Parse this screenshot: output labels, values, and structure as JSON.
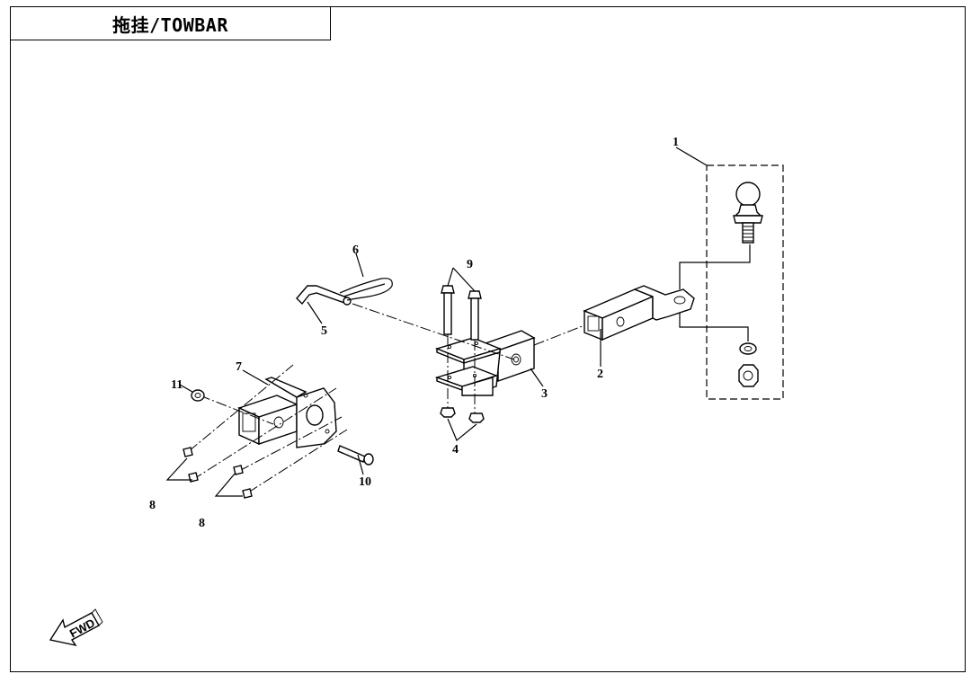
{
  "title": "拖挂/TOWBAR",
  "fwd_label": "FWD",
  "callouts": {
    "c1": "1",
    "c2": "2",
    "c3": "3",
    "c4": "4",
    "c5": "5",
    "c6": "6",
    "c7": "7",
    "c8a": "8",
    "c8b": "8",
    "c9": "9",
    "c10": "10",
    "c11": "11"
  }
}
